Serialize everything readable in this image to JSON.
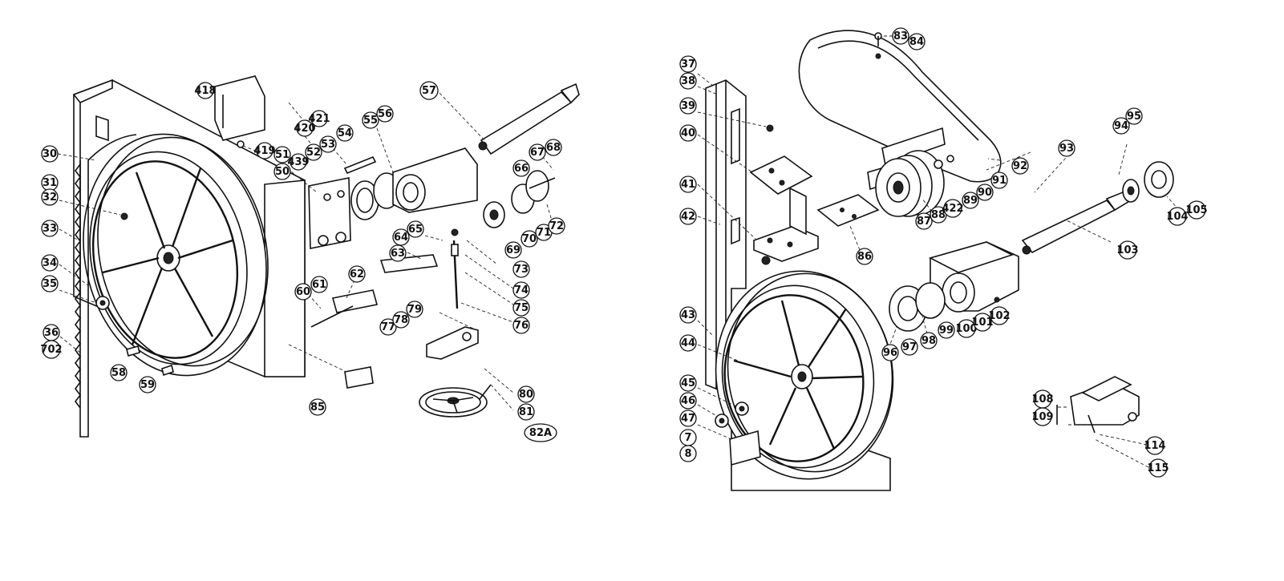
{
  "diagram": {
    "labels_left": [
      "418",
      "420",
      "421",
      "419",
      "51",
      "439",
      "50",
      "52",
      "53",
      "54",
      "55",
      "56",
      "57",
      "30",
      "31",
      "32",
      "33",
      "34",
      "35",
      "36",
      "702",
      "58",
      "59",
      "60",
      "61",
      "62",
      "63",
      "64",
      "65",
      "66",
      "67",
      "68",
      "69",
      "70",
      "71",
      "72",
      "73",
      "74",
      "75",
      "76",
      "77",
      "78",
      "79",
      "80",
      "81",
      "82A",
      "85"
    ],
    "labels_right": [
      "37",
      "38",
      "39",
      "40",
      "41",
      "42",
      "43",
      "44",
      "45",
      "46",
      "47",
      "7",
      "8",
      "83",
      "84",
      "86",
      "87",
      "88",
      "89",
      "90",
      "91",
      "92",
      "93",
      "94",
      "95",
      "96",
      "97",
      "98",
      "99",
      "100",
      "101",
      "102",
      "103",
      "104",
      "105",
      "108",
      "109",
      "114",
      "115",
      "422"
    ]
  }
}
